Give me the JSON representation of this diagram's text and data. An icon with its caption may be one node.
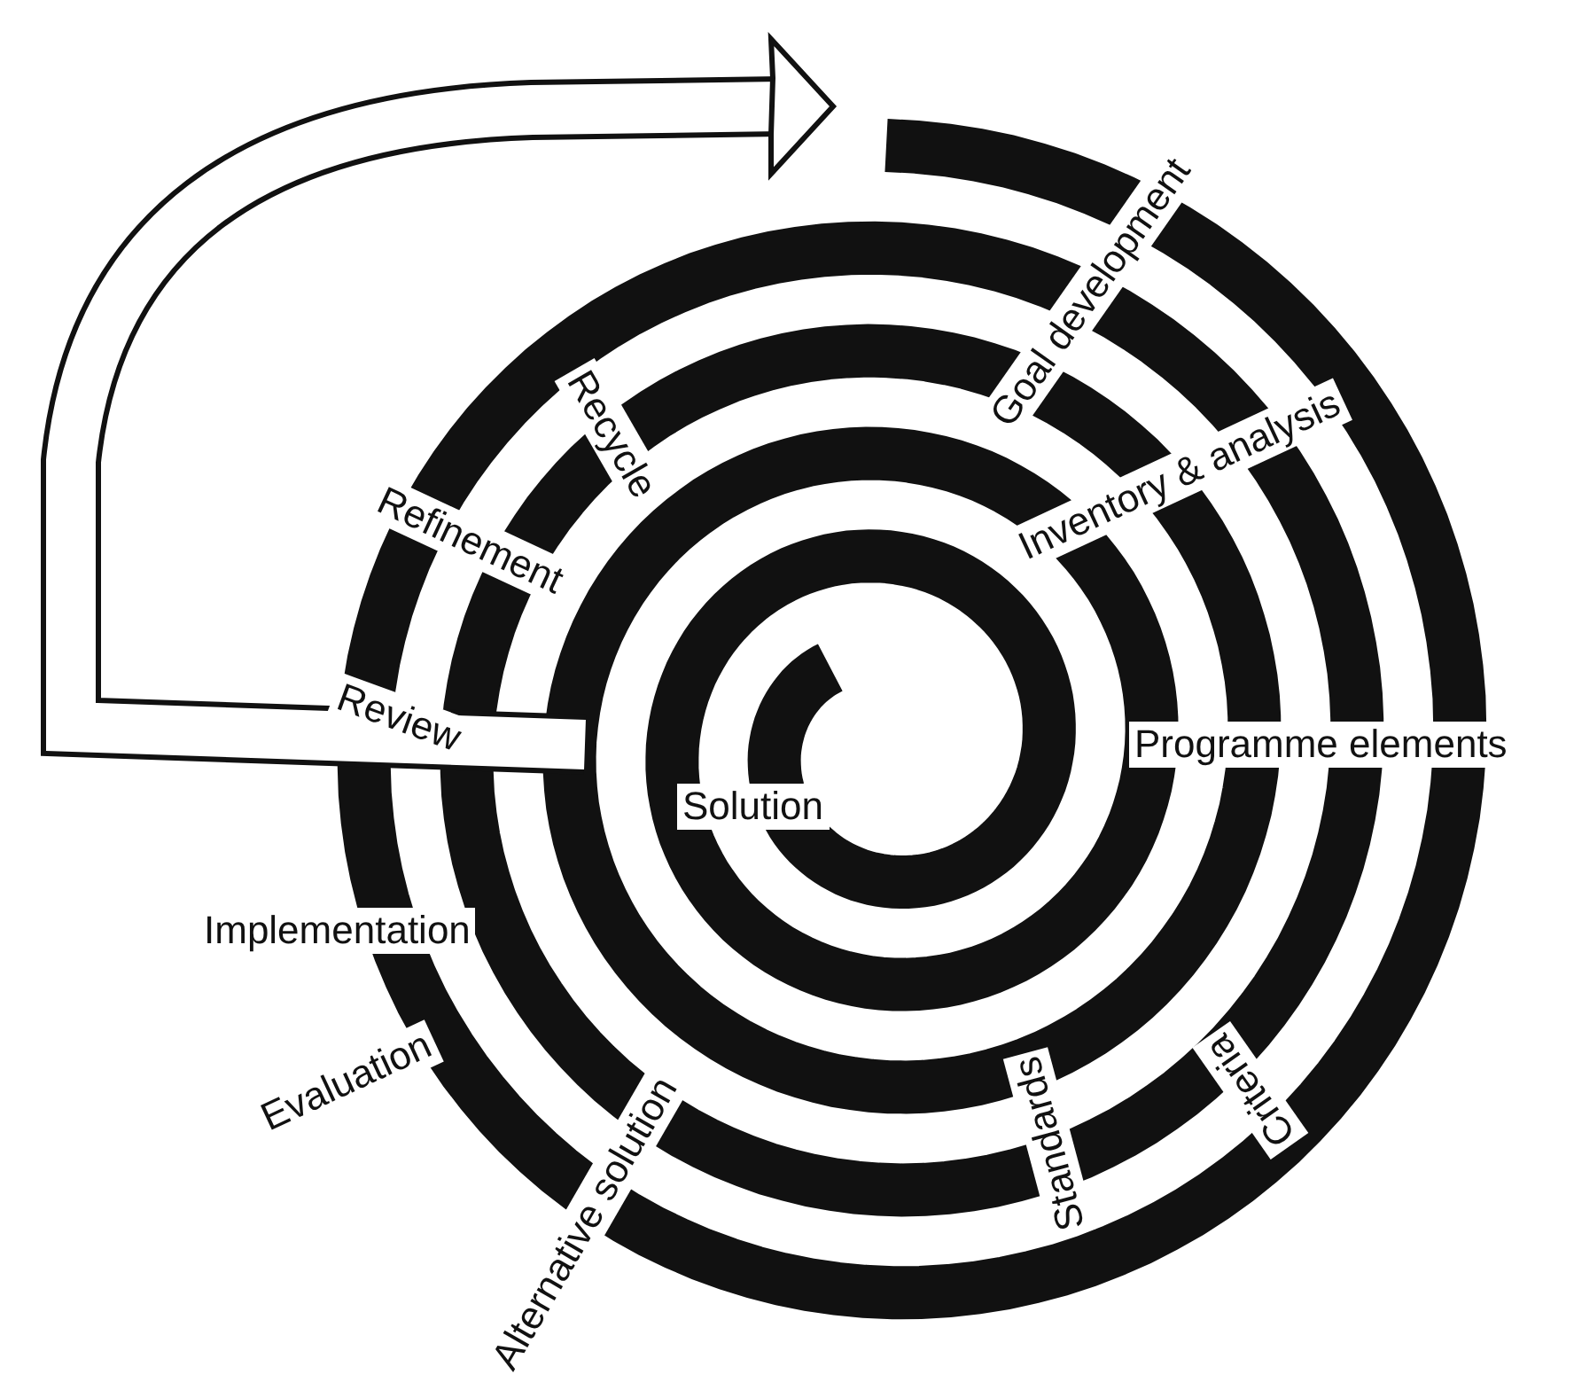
{
  "diagram": {
    "labels": [
      "Goal development",
      "Recycle",
      "Refinement",
      "Inventory & analysis",
      "Review",
      "Solution",
      "Programme elements",
      "Implementation",
      "Evaluation",
      "Criteria",
      "Standards",
      "Alternative solution"
    ]
  }
}
